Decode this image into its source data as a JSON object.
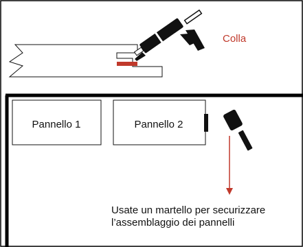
{
  "top_panel": {
    "glue_label": "Colla"
  },
  "bottom_panel": {
    "panels": [
      {
        "label": "Pannello 1"
      },
      {
        "label": "Pannello 2"
      }
    ],
    "hammer_icon": "hammer-icon",
    "caption_lines": [
      "Usate un martello per securizzare",
      "l’assemblaggio dei pannelli"
    ]
  },
  "colors": {
    "accent": "#c0392b",
    "line": "#111111",
    "frame": "#000000",
    "background": "#ffffff"
  },
  "icons": [
    "caulk-gun-icon",
    "hammer-icon",
    "arrow-down-icon"
  ]
}
